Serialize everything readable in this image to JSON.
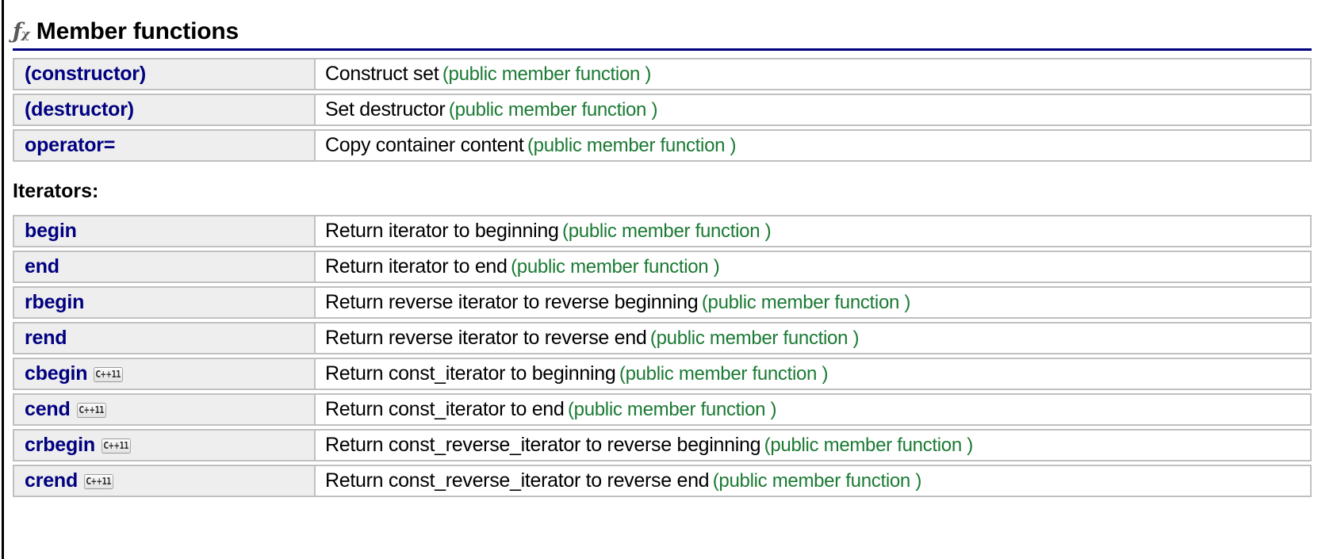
{
  "heading": {
    "icon": "fx-icon",
    "icon_glyph": "ƒᵪ",
    "title": "Member functions"
  },
  "badge_label": "C++11",
  "sections": [
    {
      "id": "member-functions",
      "heading": "",
      "rows": [
        {
          "name": "(constructor)",
          "badge": false,
          "desc": "Construct set",
          "kind": "(public member function )"
        },
        {
          "name": "(destructor)",
          "badge": false,
          "desc": "Set destructor",
          "kind": "(public member function )"
        },
        {
          "name": "operator=",
          "badge": false,
          "desc": "Copy container content",
          "kind": "(public member function )"
        }
      ]
    },
    {
      "id": "iterators",
      "heading": "Iterators:",
      "rows": [
        {
          "name": "begin",
          "badge": false,
          "desc": "Return iterator to beginning",
          "kind": "(public member function )"
        },
        {
          "name": "end",
          "badge": false,
          "desc": "Return iterator to end",
          "kind": "(public member function )"
        },
        {
          "name": "rbegin",
          "badge": false,
          "desc": "Return reverse iterator to reverse beginning",
          "kind": "(public member function )"
        },
        {
          "name": "rend",
          "badge": false,
          "desc": "Return reverse iterator to reverse end",
          "kind": "(public member function )"
        },
        {
          "name": "cbegin",
          "badge": true,
          "desc": "Return const_iterator to beginning",
          "kind": "(public member function )"
        },
        {
          "name": "cend",
          "badge": true,
          "desc": "Return const_iterator to end",
          "kind": "(public member function )"
        },
        {
          "name": "crbegin",
          "badge": true,
          "desc": "Return const_reverse_iterator to reverse beginning",
          "kind": "(public member function )"
        },
        {
          "name": "crend",
          "badge": true,
          "desc": "Return const_reverse_iterator to reverse end",
          "kind": "(public member function )"
        }
      ]
    }
  ],
  "colors": {
    "name": "#000080",
    "kind": "#1a7a33",
    "rule": "#000080",
    "cell_bg": "#eeeeee",
    "border": "#c0c0c0"
  }
}
